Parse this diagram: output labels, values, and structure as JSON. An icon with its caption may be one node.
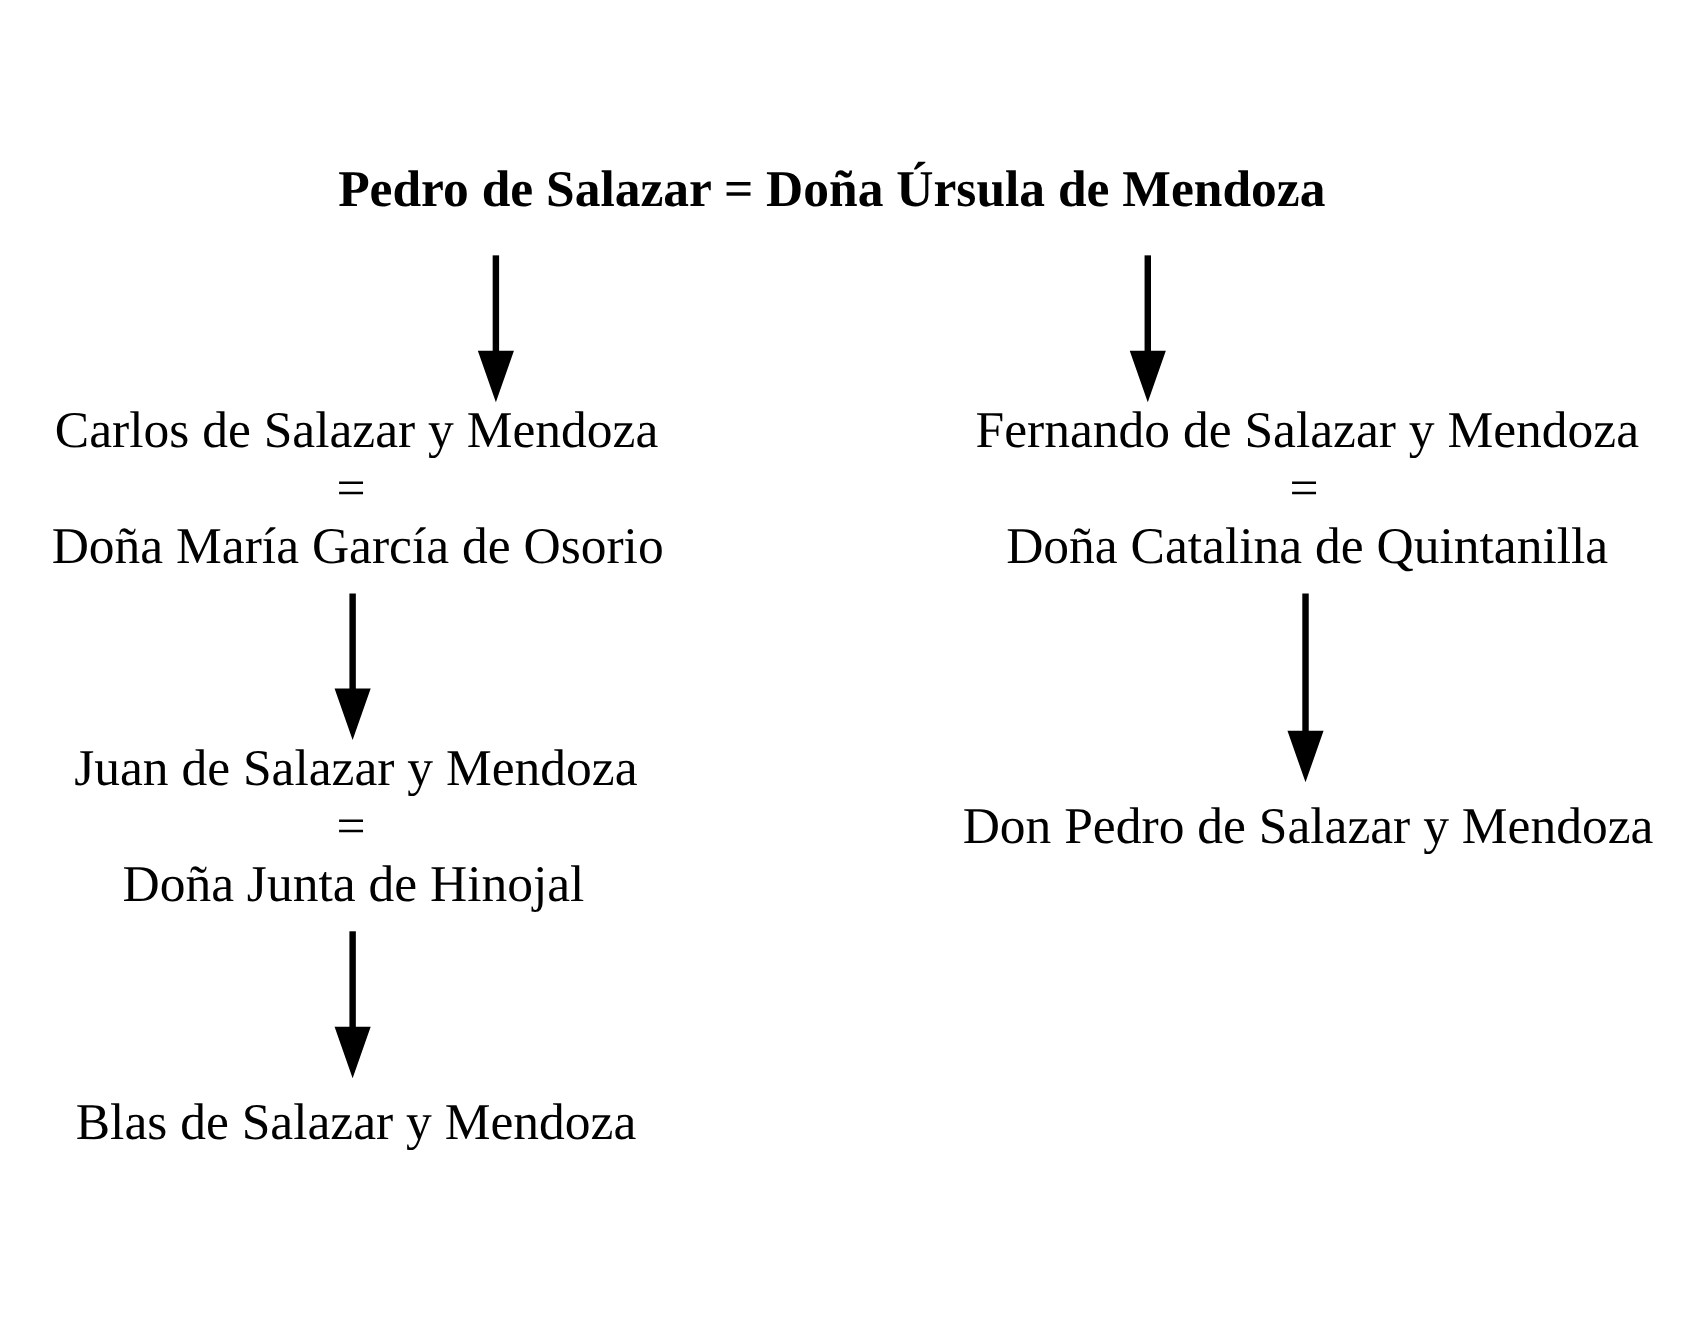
{
  "diagram": {
    "nodes": [
      {
        "text": [
          "Pedro de Salazar = Doña Úrsula de Mendoza"
        ]
      },
      {
        "text": [
          "Carlos de Salazar y Mendoza",
          "=",
          "Doña María García de Osorio"
        ]
      },
      {
        "text": [
          "Fernando de Salazar y Mendoza",
          "=",
          "Doña Catalina de Quintanilla"
        ]
      },
      {
        "text": [
          "Juan de Salazar y Mendoza",
          "=",
          "Doña Junta de Hinojal"
        ]
      },
      {
        "text": [
          "Don Pedro de Salazar y Mendoza"
        ]
      },
      {
        "text": [
          "Blas de Salazar y Mendoza"
        ]
      }
    ],
    "edges": [
      {
        "from": 0,
        "to": 1,
        "arrow": "to"
      },
      {
        "from": 0,
        "to": 2,
        "arrow": "to"
      },
      {
        "from": 1,
        "to": 3,
        "arrow": "to"
      },
      {
        "from": 2,
        "to": 4,
        "arrow": "to"
      },
      {
        "from": 3,
        "to": 5,
        "arrow": "to"
      }
    ]
  }
}
